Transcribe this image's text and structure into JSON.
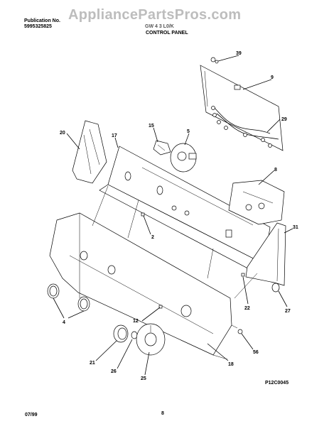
{
  "header": {
    "publication_label": "Publication No.",
    "publication_number": "5995325825",
    "model": "GW 4 3 L0/K",
    "section_title": "CONTROL PANEL",
    "watermark": "AppliancePartsPros.com"
  },
  "footer": {
    "date": "07/99",
    "page": "8",
    "figure_ref": "P12C0045"
  },
  "callouts": [
    "39",
    "9",
    "29",
    "20",
    "17",
    "15",
    "5",
    "8",
    "2",
    "31",
    "4",
    "22",
    "27",
    "12",
    "21",
    "26",
    "25",
    "18",
    "56"
  ]
}
